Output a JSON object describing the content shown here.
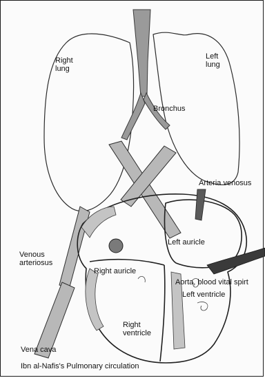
{
  "labels": {
    "right_lung": "Right\nlung",
    "left_lung": "Left\nlung",
    "bronchus": "Bronchus",
    "arteria_venosus": "Arteria venosus",
    "venous_arteriosus": "Venous\narteriosus",
    "left_auricle": "Left auricle",
    "right_auricle": "Right auricle",
    "aorta": "Aorta, blood vital spirt",
    "left_ventricle": "Left ventricle",
    "right_ventricle": "Right\nventricle",
    "vena_cava": "Vena cava",
    "caption": "Ibn al-Nafis's Pulmonary circulation"
  }
}
